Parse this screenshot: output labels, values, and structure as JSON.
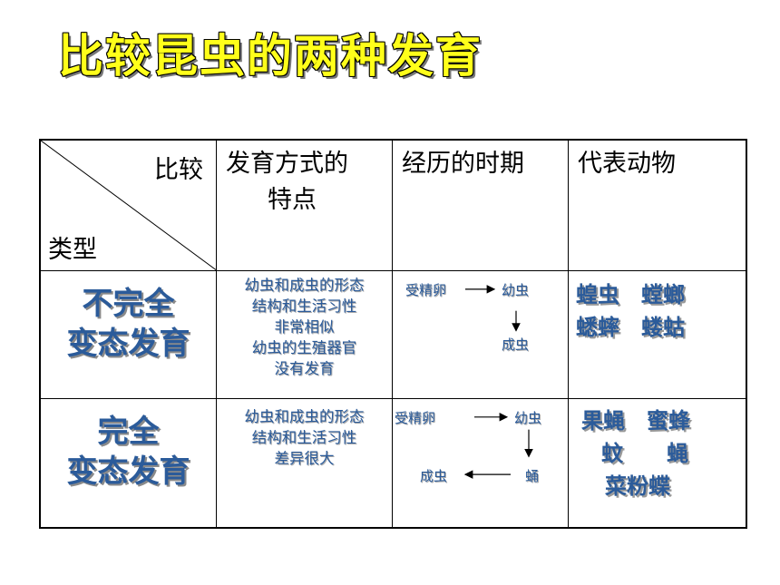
{
  "title": "比较昆虫的两种发育",
  "table": {
    "header": {
      "corner_top": "比较",
      "corner_bottom": "类型",
      "feature_line1": "发育方式的",
      "feature_line2": "特点",
      "stages": "经历的时期",
      "animals": "代表动物"
    },
    "incomplete": {
      "type_line1": "不完全",
      "type_line2": "变态发育",
      "features": [
        "幼虫和成虫的形态",
        "结构和生活习性",
        "非常相似",
        "幼虫的生殖器官",
        "没有发育"
      ],
      "stages": {
        "egg": "受精卵",
        "larva": "幼虫",
        "adult": "成虫"
      },
      "animals": [
        "蝗虫　螳螂",
        "蟋蟀　蝼蛄"
      ]
    },
    "complete": {
      "type_line1": "完全",
      "type_line2": "变态发育",
      "features": [
        "幼虫和成虫的形态",
        "结构和生活习性",
        "差异很大"
      ],
      "stages": {
        "egg": "受精卵",
        "larva": "幼虫",
        "pupa": "蛹",
        "adult": "成虫"
      },
      "animals": [
        "果蝇　蜜蜂",
        "蚊　　蝇",
        "菜粉蝶"
      ]
    }
  }
}
